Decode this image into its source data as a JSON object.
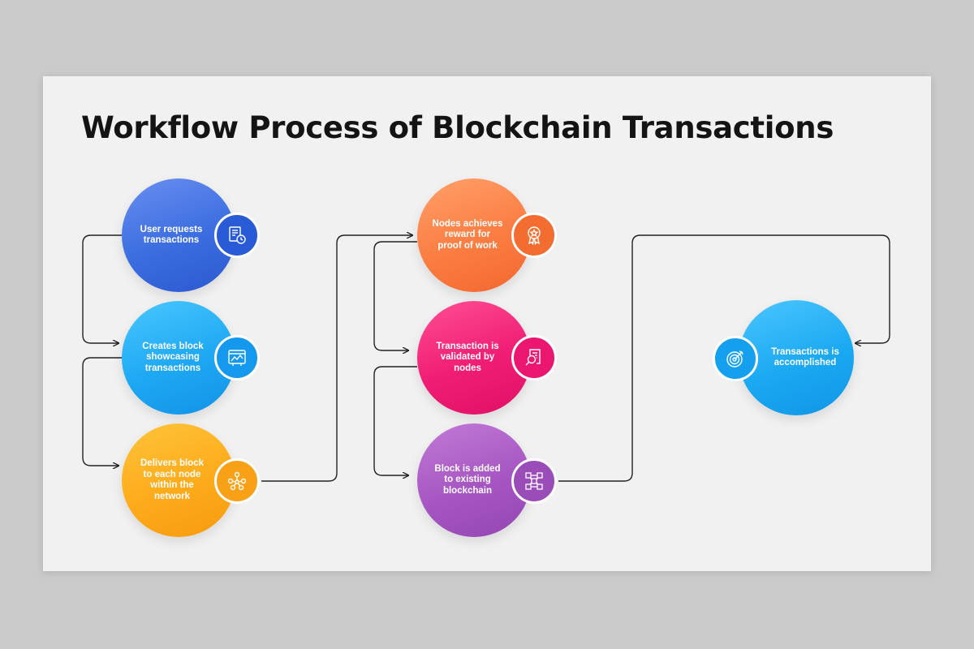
{
  "title": "Workflow Process of Blockchain Transactions",
  "steps": [
    {
      "label": "User requests\ntransactions",
      "icon": "document-clock-icon",
      "color": "#3d6fe0"
    },
    {
      "label": "Creates block\nshowcasing\ntransactions",
      "icon": "chart-window-icon",
      "color": "#1aa5f0"
    },
    {
      "label": "Delivers block\nto each node\nwithin the\nnetwork",
      "icon": "network-nodes-icon",
      "color": "#fdab1b"
    },
    {
      "label": "Nodes achieves\nreward for\nproof of work",
      "icon": "award-medal-icon",
      "color": "#fb7a3c"
    },
    {
      "label": "Transaction is\nvalidated by\nnodes",
      "icon": "document-search-icon",
      "color": "#f01d74"
    },
    {
      "label": "Block is added\nto existing\nblockchain",
      "icon": "blockchain-cubes-icon",
      "color": "#a050bd"
    },
    {
      "label": "Transactions is\naccomplished",
      "icon": "target-icon",
      "color": "#19a9f2"
    }
  ]
}
